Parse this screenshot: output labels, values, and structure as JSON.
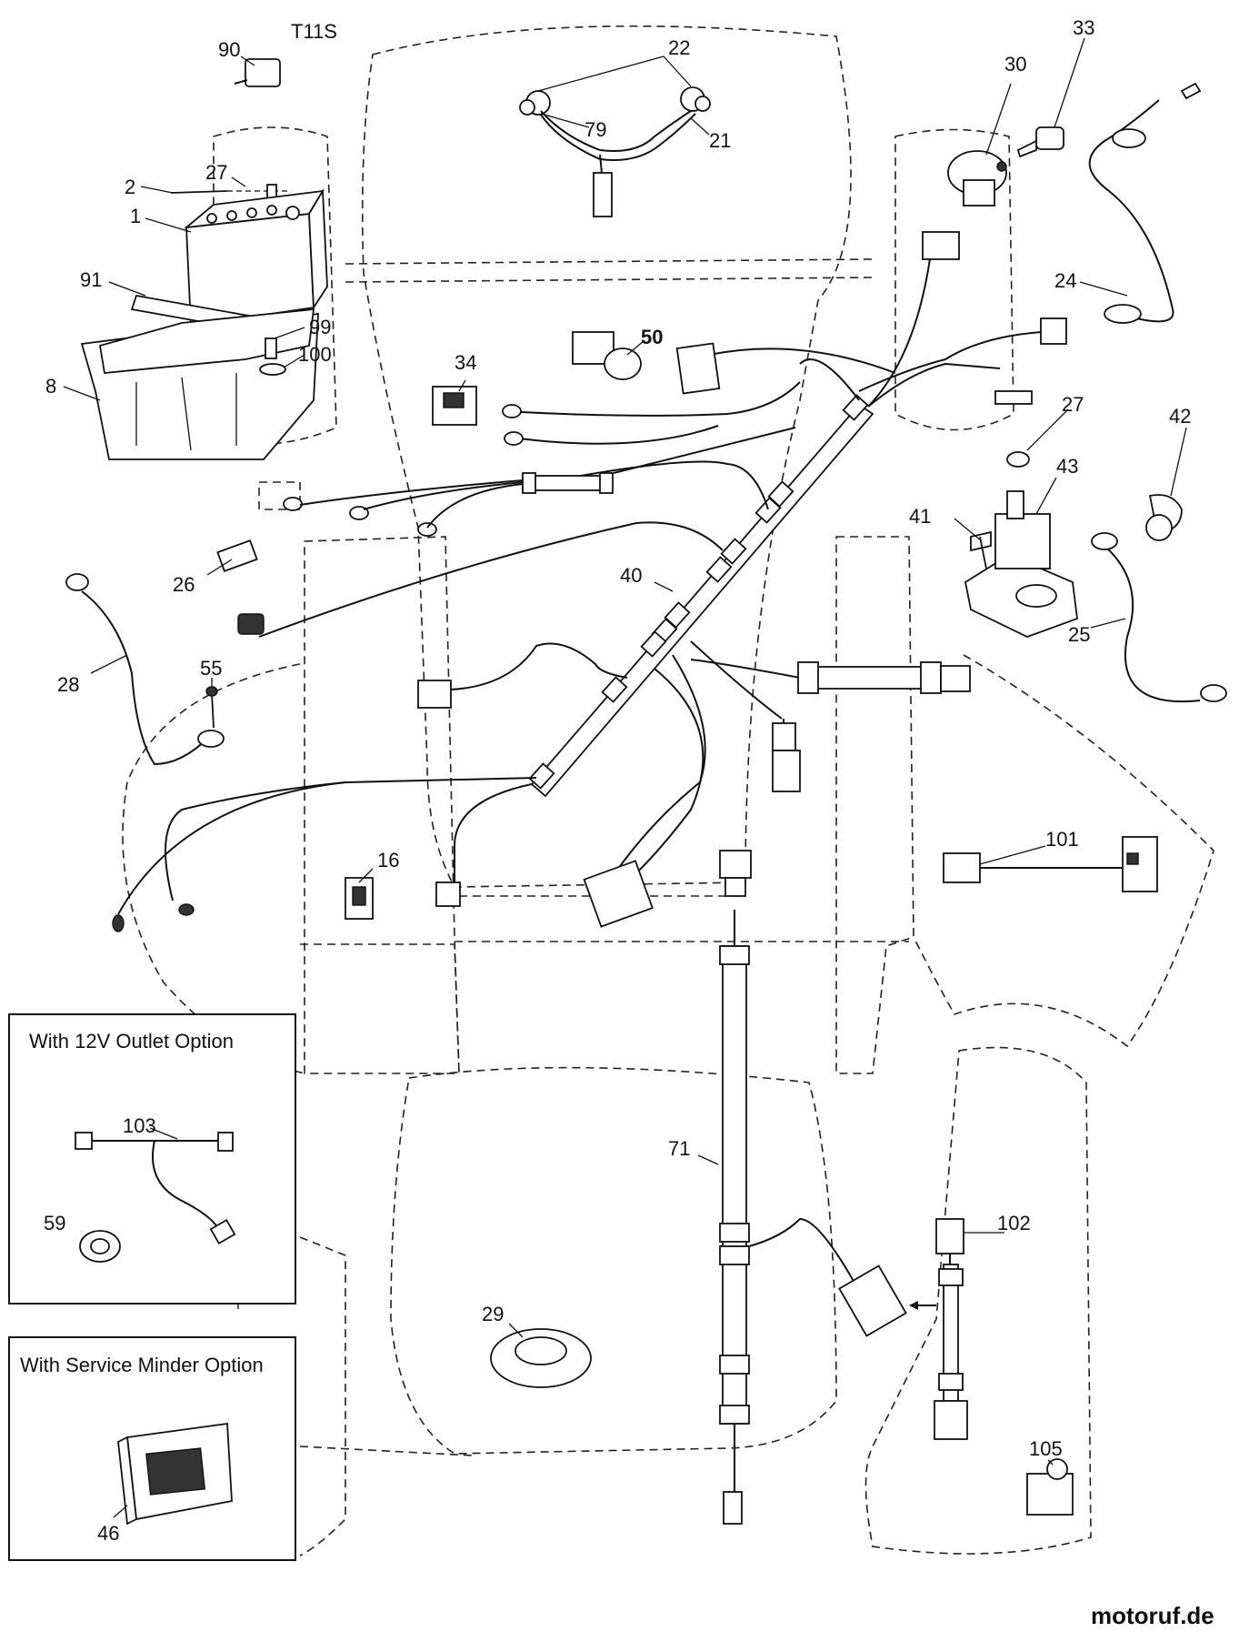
{
  "diagram": {
    "model_code": "T11S",
    "watermark": "motoruf.de",
    "callouts": [
      {
        "id": "c90",
        "text": "90"
      },
      {
        "id": "c2",
        "text": "2"
      },
      {
        "id": "c27a",
        "text": "27"
      },
      {
        "id": "c1",
        "text": "1"
      },
      {
        "id": "c91",
        "text": "91"
      },
      {
        "id": "c99",
        "text": "99"
      },
      {
        "id": "c100",
        "text": "100"
      },
      {
        "id": "c8",
        "text": "8"
      },
      {
        "id": "c22",
        "text": "22"
      },
      {
        "id": "c79",
        "text": "79"
      },
      {
        "id": "c21",
        "text": "21"
      },
      {
        "id": "c30",
        "text": "30"
      },
      {
        "id": "c33",
        "text": "33"
      },
      {
        "id": "c24",
        "text": "24"
      },
      {
        "id": "c50",
        "text": "50"
      },
      {
        "id": "c34",
        "text": "34"
      },
      {
        "id": "c27b",
        "text": "27"
      },
      {
        "id": "c42",
        "text": "42"
      },
      {
        "id": "c43",
        "text": "43"
      },
      {
        "id": "c41",
        "text": "41"
      },
      {
        "id": "c25",
        "text": "25"
      },
      {
        "id": "c40",
        "text": "40"
      },
      {
        "id": "c26",
        "text": "26"
      },
      {
        "id": "c28",
        "text": "28"
      },
      {
        "id": "c55",
        "text": "55"
      },
      {
        "id": "c16",
        "text": "16"
      },
      {
        "id": "c101",
        "text": "101"
      },
      {
        "id": "c71",
        "text": "71"
      },
      {
        "id": "c102",
        "text": "102"
      },
      {
        "id": "c29",
        "text": "29"
      },
      {
        "id": "c105",
        "text": "105"
      },
      {
        "id": "c103",
        "text": "103"
      },
      {
        "id": "c59",
        "text": "59"
      },
      {
        "id": "c46",
        "text": "46"
      }
    ]
  },
  "option_boxes": {
    "outlet": {
      "title": "With 12V Outlet Option"
    },
    "service": {
      "title": "With Service Minder Option"
    }
  }
}
